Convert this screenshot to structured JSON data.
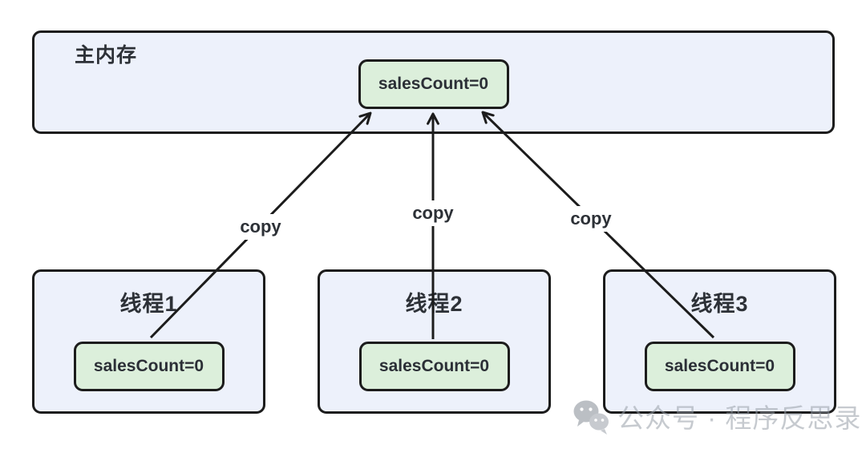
{
  "main_memory": {
    "title": "主内存",
    "variable": "salesCount=0"
  },
  "threads": [
    {
      "title": "线程1",
      "variable": "salesCount=0"
    },
    {
      "title": "线程2",
      "variable": "salesCount=0"
    },
    {
      "title": "线程3",
      "variable": "salesCount=0"
    }
  ],
  "edges": [
    {
      "label": "copy",
      "from": "线程1",
      "to": "主内存"
    },
    {
      "label": "copy",
      "from": "线程2",
      "to": "主内存"
    },
    {
      "label": "copy",
      "from": "线程3",
      "to": "主内存"
    }
  ],
  "watermark": {
    "icon": "wechat-icon",
    "text": "公众号 · 程序反思录"
  },
  "colors": {
    "container_fill": "#edf1fb",
    "value_fill": "#dcefdb",
    "border": "#1c1c1c",
    "text": "#2d3137",
    "watermark_gray": "#989ea8"
  }
}
